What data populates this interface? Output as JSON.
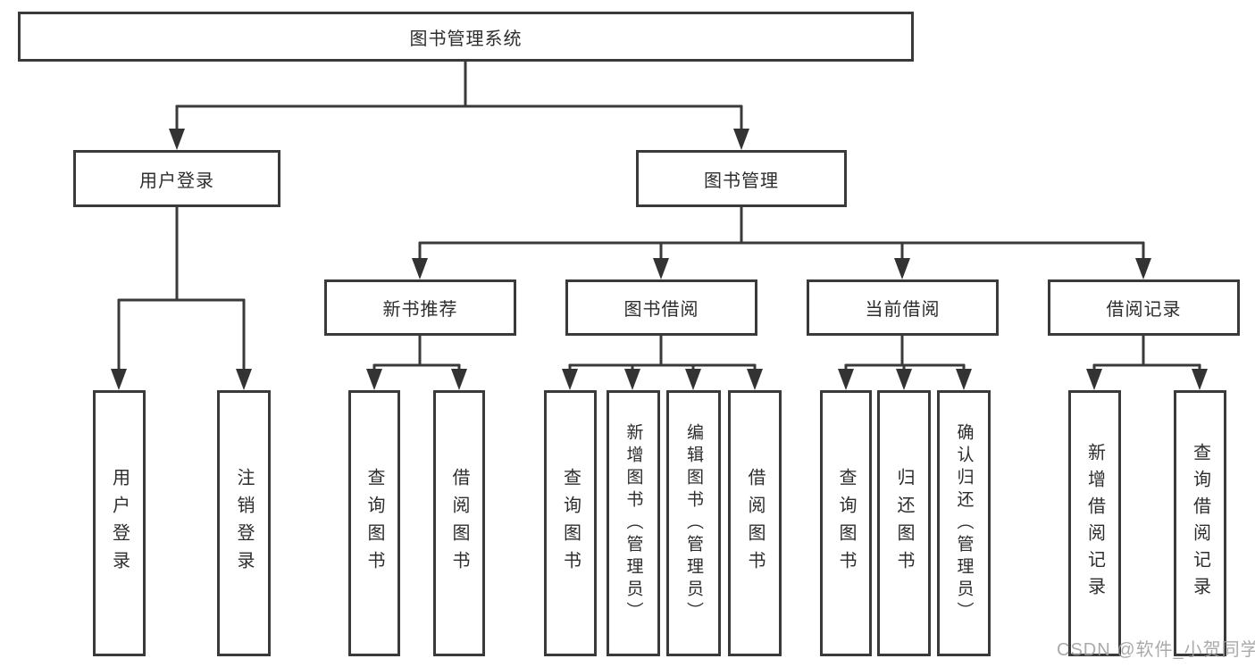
{
  "watermark": "CSDN @软件_小贺同学",
  "tree": {
    "root": {
      "label": "图书管理系统",
      "children": [
        {
          "label": "用户登录",
          "children": [
            {
              "label": "用户登录"
            },
            {
              "label": "注销登录"
            }
          ]
        },
        {
          "label": "图书管理",
          "children": [
            {
              "label": "新书推荐",
              "children": [
                {
                  "label": "查询图书"
                },
                {
                  "label": "借阅图书"
                }
              ]
            },
            {
              "label": "图书借阅",
              "children": [
                {
                  "label": "查询图书"
                },
                {
                  "label": "新增图书（管理员）"
                },
                {
                  "label": "编辑图书（管理员）"
                },
                {
                  "label": "借阅图书"
                }
              ]
            },
            {
              "label": "当前借阅",
              "children": [
                {
                  "label": "查询图书"
                },
                {
                  "label": "归还图书"
                },
                {
                  "label": "确认归还（管理员）"
                }
              ]
            },
            {
              "label": "借阅记录",
              "children": [
                {
                  "label": "新增借阅记录"
                },
                {
                  "label": "查询借阅记录"
                }
              ]
            }
          ]
        }
      ]
    }
  }
}
